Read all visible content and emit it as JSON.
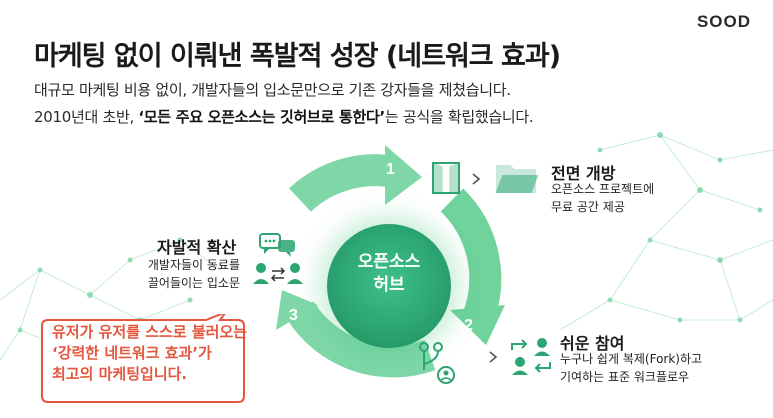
{
  "brand": "SOOD",
  "title": "마케팅 없이 이뤄낸 폭발적 성장 (네트워크 효과)",
  "subtitle": {
    "line1": "대규모 마케팅 비용 없이, 개발자들의 입소문만으로 기존 강자들을 제쳤습니다.",
    "line2_prefix": "2010년대 초반, ",
    "line2_bold": "‘모든 주요 오픈소스는 깃허브로 통한다’",
    "line2_suffix": "는 공식을 확립했습니다."
  },
  "hub": {
    "line1": "오픈소스",
    "line2": "허브"
  },
  "steps": [
    {
      "number": "1",
      "title": "전면 개방",
      "desc_lines": [
        "오픈소스 프로젝트에",
        "무료 공간 제공"
      ],
      "icons": [
        "open-door-icon",
        "folder-icon"
      ]
    },
    {
      "number": "2",
      "title": "쉬운 참여",
      "desc_lines": [
        "누구나 쉽게 복제(Fork)하고",
        "기여하는 표준 워크플로우"
      ],
      "icons": [
        "git-fork-icon",
        "user-exchange-icon"
      ]
    },
    {
      "number": "3",
      "title": "자발적 확산",
      "desc_lines": [
        "개발자들이 동료를",
        "끌어들이는 입소문"
      ],
      "icons": [
        "chat-bubbles-icon",
        "users-exchange-icon"
      ]
    }
  ],
  "callout": {
    "lines": [
      "유저가 유저를 스스로 불러오는",
      "‘강력한 네트워크 효과’가",
      "최고의 마케팅입니다."
    ]
  },
  "colors": {
    "accent_green": "#2ca572",
    "arrow_green": "#6fd39b",
    "callout_red": "#e4573f"
  }
}
